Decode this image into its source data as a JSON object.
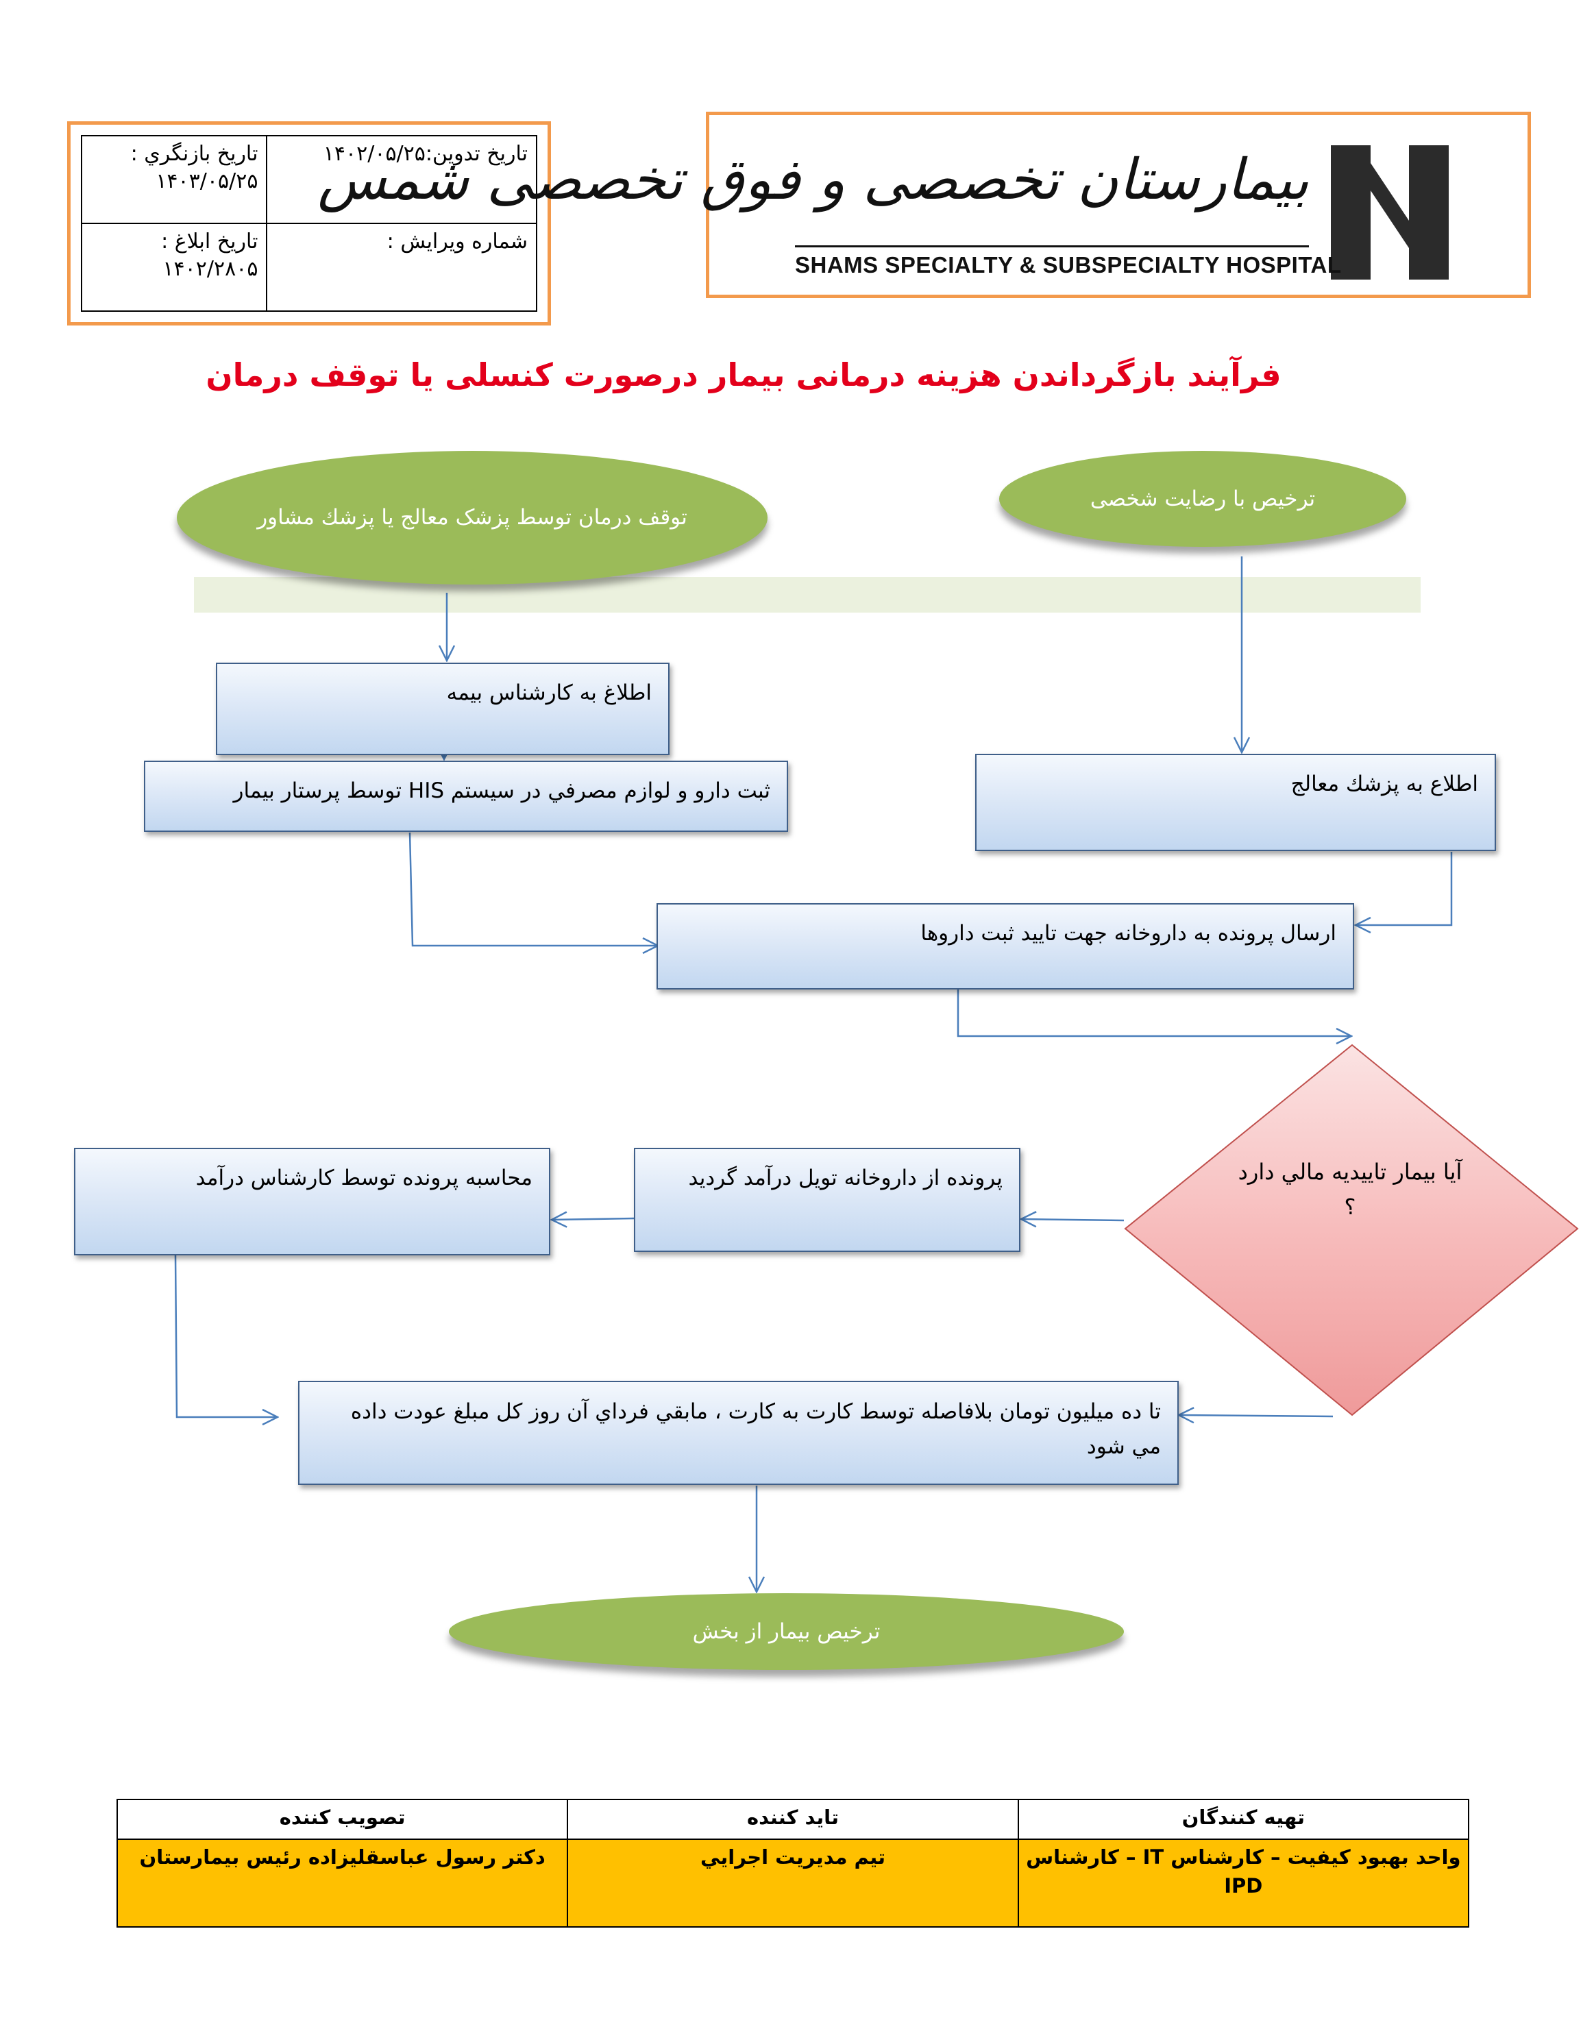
{
  "header": {
    "date_compiled_label": "تاریخ تدوین:۱۴۰۲/۰۵/۲۵",
    "review_date_label": "تاریخ بازنگري :",
    "review_date_value": "۱۴۰۳/۰۵/۲۵",
    "edition_label": "شماره ویرایش :",
    "notify_date_label": "تاریخ ابلاغ :",
    "notify_date_value": "۱۴۰۲/۲۸۰۵"
  },
  "logo": {
    "name_fa": "بیمارستان تخصصی و فوق تخصصی شمس",
    "name_en": "SHAMS SPECIALTY & SUBSPECIALTY HOSPITAL"
  },
  "title": "فرآیند بازگرداندن هزینه درمانی بیمار درصورت کنسلی یا توقف درمان",
  "flow": {
    "start_left": "توقف درمان توسط پزشک معالج یا پزشك مشاور",
    "start_right": "ترخیص با رضایت شخصی",
    "notify_insurance": "اطلاغ به کارشناس بیمه",
    "register_drugs": "ثبت دارو و لوازم مصرفي در سیستم HIS توسط پرستار بیمار",
    "notify_physician": "اطلاع به پزشك معالج",
    "send_pharmacy": "ارسال پرونده به داروخانه جهت تایید ثبت داروها",
    "decision": "آیا بیمار تاییدیه مالي دارد ؟",
    "pharmacy_to_revenue": "پرونده از داروخانه تویل درآمد گردید",
    "revenue_calc": "محاسبه پرونده توسط کارشناس درآمد",
    "refund_rule": "تا ده میلیون تومان بلافاصله توسط کارت به کارت ، مابقي فرداي آن روز کل مبلغ عودت داده مي شود",
    "end": "ترخیص بیمار از بخش"
  },
  "signatures": {
    "headers": [
      "تهیه کنندگان",
      "تاید کننده",
      "تصویب کننده"
    ],
    "cells": [
      "واحد بهبود کیفیت – کارشناس IT – کارشناس IPD",
      "تیم مدیریت اجرایي",
      "دکتر رسول عباسقلیزاده رئیس بیمارستان"
    ]
  },
  "colors": {
    "frame_orange": "#f39a4c",
    "title_red": "#e3001b",
    "oval_green": "#9bbb59",
    "box_blue": "#c2d7f0",
    "diamond_pink": "#f4a6a6",
    "arrow_blue": "#4a7ebb",
    "sign_yellow": "#ffc000"
  }
}
